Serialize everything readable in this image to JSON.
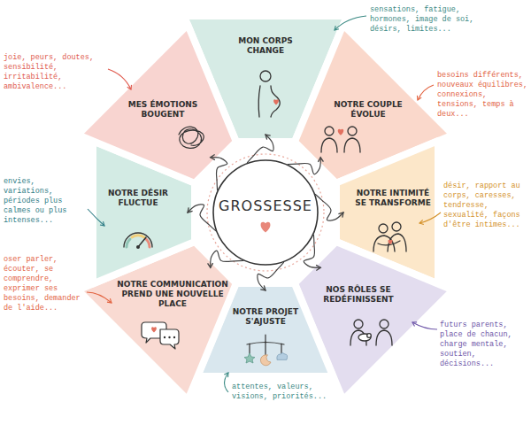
{
  "diagram": {
    "nodes": [
      {
        "text": [
          "GROSSESSE"
        ]
      },
      {
        "text": [
          "MON CORPS CHANGE"
        ]
      },
      {
        "text": [
          "NOTRE COUPLE ÉVOLUE"
        ]
      },
      {
        "text": [
          "NOTRE INTIMITÉ SE TRANSFORME"
        ]
      },
      {
        "text": [
          "NOS RÔLES SE REDÉFINISSENT"
        ]
      },
      {
        "text": [
          "NOTRE PROJET S'AJUSTE"
        ]
      },
      {
        "text": [
          "NOTRE COMMUNICATION PREND UNE NOUVELLE PLACE"
        ]
      },
      {
        "text": [
          "NOTRE DÉSIR FLUCTUE"
        ]
      },
      {
        "text": [
          "MES ÉMOTIONS BOUGENT"
        ]
      }
    ],
    "edges": [
      {
        "from": 0,
        "to": 1,
        "arrow": "to"
      },
      {
        "from": 0,
        "to": 2,
        "arrow": "to"
      },
      {
        "from": 0,
        "to": 3,
        "arrow": "to"
      },
      {
        "from": 0,
        "to": 4,
        "arrow": "to"
      },
      {
        "from": 0,
        "to": 5,
        "arrow": "to"
      },
      {
        "from": 0,
        "to": 6,
        "arrow": "to"
      },
      {
        "from": 0,
        "to": 7,
        "arrow": "to"
      },
      {
        "from": 0,
        "to": 8,
        "arrow": "to"
      }
    ],
    "labels": [
      "sensations, fatigue, hormones, image de soi, désirs, limites...",
      "besoins différents, nouveaux équilibres, connexions, tensions, temps à deux...",
      "désir, rapport au corps, caresses, tendresse, sexualité, façons d'être intimes...",
      "futurs parents, place de chacun, charge mentale, soutien, décisions...",
      "attentes, valeurs, visions, priorités...",
      "oser parler, écouter, se comprendre, exprimer ses besoins, demander de l'aide...",
      "envies, variations, périodes plus calmes ou plus intenses...",
      "joie, peurs, doutes, sensibilité, irritabilité, ambivalence..."
    ]
  }
}
